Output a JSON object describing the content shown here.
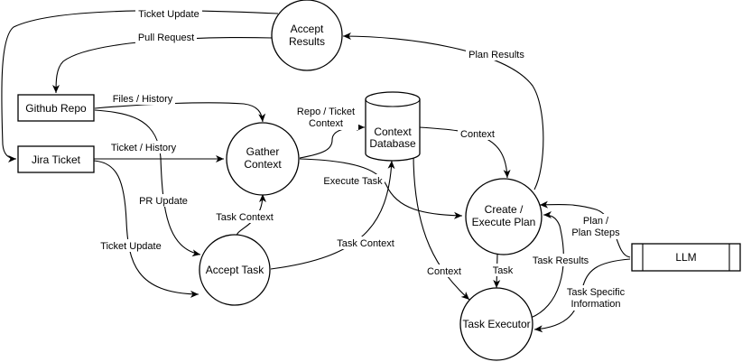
{
  "nodes": {
    "accept_results": [
      "Accept",
      "Results"
    ],
    "github_repo": [
      "Github Repo"
    ],
    "jira_ticket": [
      "Jira Ticket"
    ],
    "gather_context": [
      "Gather",
      "Context"
    ],
    "context_database": [
      "Context",
      "Database"
    ],
    "create_execute_plan": [
      "Create /",
      "Execute Plan"
    ],
    "accept_task": [
      "Accept Task"
    ],
    "task_executor": [
      "Task Executor"
    ],
    "llm": [
      "LLM"
    ]
  },
  "edges": {
    "ticket_update_top": [
      "Ticket Update"
    ],
    "pull_request": [
      "Pull Request"
    ],
    "plan_results": [
      "Plan Results"
    ],
    "files_history": [
      "Files / History"
    ],
    "repo_ticket_context": [
      "Repo / Ticket",
      "Context"
    ],
    "context_db_to_plan": [
      "Context"
    ],
    "ticket_history": [
      "Ticket / History"
    ],
    "execute_task": [
      "Execute Task"
    ],
    "pr_update": [
      "PR Update"
    ],
    "task_context_up": [
      "Task Context"
    ],
    "task_context_db": [
      "Task Context"
    ],
    "ticket_update_left": [
      "Ticket Update"
    ],
    "context_db_to_executor": [
      "Context"
    ],
    "task": [
      "Task"
    ],
    "task_results": [
      "Task Results"
    ],
    "plan_plan_steps": [
      "Plan /",
      "Plan Steps"
    ],
    "task_specific_information": [
      "Task Specific",
      "Information"
    ]
  }
}
